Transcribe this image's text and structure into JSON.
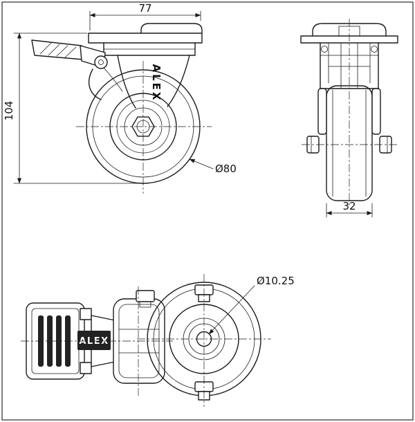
{
  "drawing": {
    "brand": "ALEX",
    "dims": {
      "plate_width": "77",
      "overall_height": "104",
      "wheel_diameter": "Ø80",
      "wheel_width": "32",
      "bolt_hole_diameter": "Ø10.25"
    },
    "colors": {
      "line": "#1a1a1a",
      "background": "#ffffff",
      "badge": "#222222"
    }
  }
}
